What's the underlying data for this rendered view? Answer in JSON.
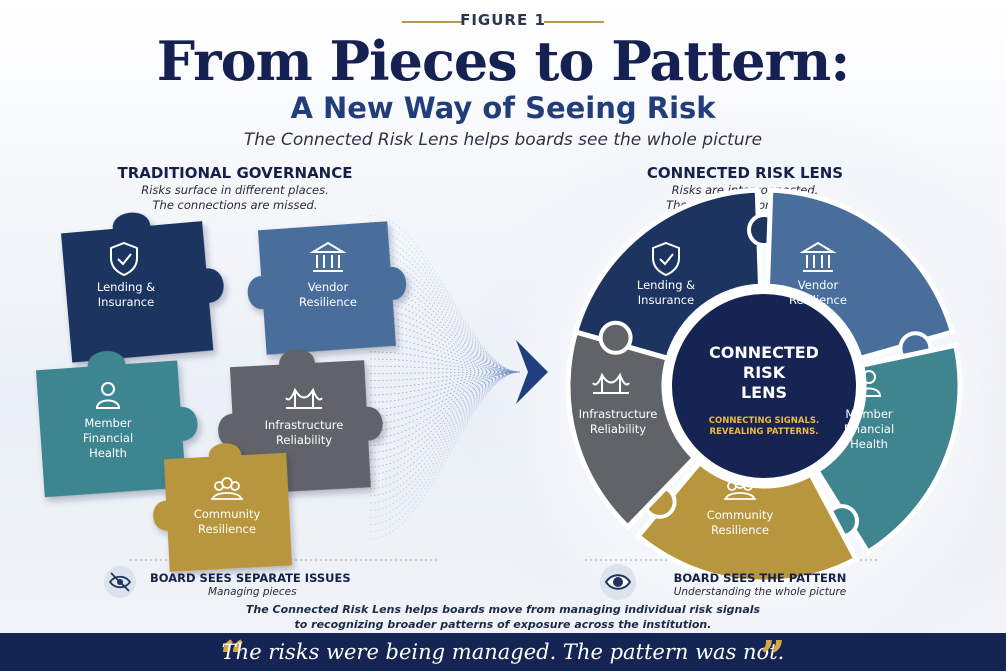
{
  "figure_label": "FIGURE 1",
  "title": "From Pieces to Pattern:",
  "subtitle": "A New Way of Seeing Risk",
  "tagline": "The Connected Risk Lens helps boards see the whole picture",
  "left": {
    "heading": "TRADITIONAL GOVERNANCE",
    "desc_line1": "Risks surface in different places.",
    "desc_line2": "The connections are missed.",
    "pieces": [
      {
        "line1": "Lending &",
        "line2": "Insurance",
        "line3": "",
        "color": "#1d3461",
        "icon": "shield-check-icon"
      },
      {
        "line1": "Vendor",
        "line2": "Resilience",
        "line3": "",
        "color": "#4a6e9c",
        "icon": "bank-icon"
      },
      {
        "line1": "Member",
        "line2": "Financial",
        "line3": "Health",
        "color": "#3e8590",
        "icon": "person-icon"
      },
      {
        "line1": "Infrastructure",
        "line2": "Reliability",
        "line3": "",
        "color": "#606469",
        "icon": "bridge-icon"
      },
      {
        "line1": "Community",
        "line2": "Resilience",
        "line3": "",
        "color": "#b8963e",
        "icon": "group-icon"
      }
    ]
  },
  "right": {
    "heading": "CONNECTED RISK LENS",
    "desc_line1": "Risks are interconnected.",
    "desc_line2": "The pattern becomes clear.",
    "hub": {
      "line1": "CONNECTED",
      "line2": "RISK",
      "line3": "LENS",
      "tag1": "CONNECTING SIGNALS.",
      "tag2": "REVEALING PATTERNS.",
      "color": "#152452",
      "tag_color": "#f0b93f"
    },
    "segments": [
      {
        "line1": "Lending &",
        "line2": "Insurance",
        "line3": "",
        "color": "#1d3461",
        "icon": "shield-check-icon"
      },
      {
        "line1": "Vendor",
        "line2": "Resilience",
        "line3": "",
        "color": "#4a6e9c",
        "icon": "bank-icon"
      },
      {
        "line1": "Member",
        "line2": "Financial",
        "line3": "Health",
        "color": "#3e8590",
        "icon": "person-icon"
      },
      {
        "line1": "Community",
        "line2": "Resilience",
        "line3": "",
        "color": "#b8963e",
        "icon": "group-icon"
      },
      {
        "line1": "Infrastructure",
        "line2": "Reliability",
        "line3": "",
        "color": "#606469",
        "icon": "bridge-icon"
      }
    ]
  },
  "bottom_left": {
    "heading": "BOARD SEES SEPARATE ISSUES",
    "desc": "Managing pieces",
    "icon": "eye-slash-icon"
  },
  "bottom_right": {
    "heading": "BOARD SEES THE PATTERN",
    "desc": "Understanding the whole picture",
    "icon": "eye-icon"
  },
  "note_line1": "The Connected Risk Lens helps boards move from managing individual risk signals",
  "note_line2": "to recognizing broader patterns of exposure across the institution.",
  "quote": "The risks were being managed. The pattern was not.",
  "quote_open": "“",
  "quote_close": "”",
  "colors": {
    "navy": "#142453",
    "gold": "#d6a64a"
  }
}
